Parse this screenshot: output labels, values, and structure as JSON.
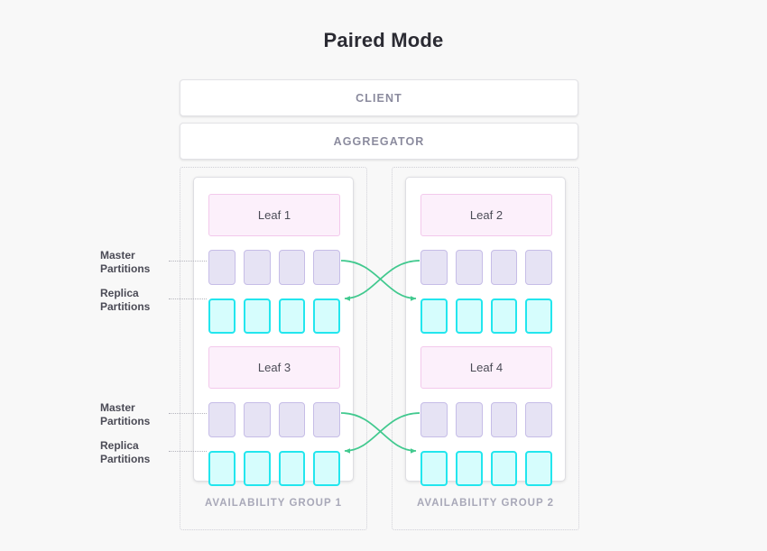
{
  "page": {
    "title": "Paired Mode",
    "background_color": "#f8f8f8"
  },
  "stack": {
    "client_label": "CLIENT",
    "aggregator_label": "AGGREGATOR"
  },
  "labels": {
    "master_line1": "Master",
    "master_line2": "Partitions",
    "replica_line1": "Replica",
    "replica_line2": "Partitions"
  },
  "colors": {
    "leaf_fill": "#fcf0fb",
    "leaf_border": "#f3c9ec",
    "master_fill": "#e6e3f4",
    "master_border": "#c6bde7",
    "replica_fill": "#d6fdfd",
    "replica_border": "#22e6ee",
    "arrow": "#42c98f",
    "group_border": "#cfcfd6",
    "bar_text": "#8b8b9e"
  },
  "availability_groups": [
    {
      "name": "AVAILABILITY GROUP 1",
      "leaves": [
        {
          "name": "Leaf 1",
          "master_partitions": 4,
          "replica_partitions": 4
        },
        {
          "name": "Leaf 3",
          "master_partitions": 4,
          "replica_partitions": 4
        }
      ]
    },
    {
      "name": "AVAILABILITY GROUP 2",
      "leaves": [
        {
          "name": "Leaf 2",
          "master_partitions": 4,
          "replica_partitions": 4
        },
        {
          "name": "Leaf 4",
          "master_partitions": 4,
          "replica_partitions": 4
        }
      ]
    }
  ],
  "replication_links": [
    {
      "from": "Leaf 1 master",
      "to": "Leaf 2 replica",
      "direction": "right"
    },
    {
      "from": "Leaf 2 master",
      "to": "Leaf 1 replica",
      "direction": "left"
    },
    {
      "from": "Leaf 3 master",
      "to": "Leaf 4 replica",
      "direction": "right"
    },
    {
      "from": "Leaf 4 master",
      "to": "Leaf 3 replica",
      "direction": "left"
    }
  ]
}
